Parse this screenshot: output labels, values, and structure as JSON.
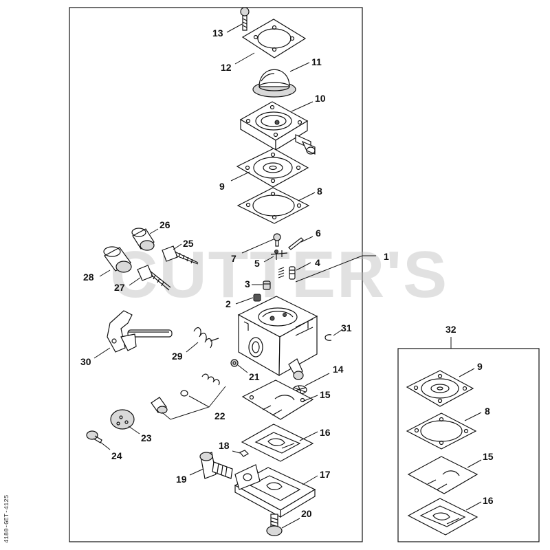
{
  "watermark": "CUTTER'S",
  "side_code": "4180-GET-4125",
  "kit": {
    "label": "32"
  },
  "callouts": {
    "c1": "1",
    "c2": "2",
    "c3": "3",
    "c4": "4",
    "c5": "5",
    "c6": "6",
    "c7": "7",
    "c8": "8",
    "c9": "9",
    "c10": "10",
    "c11": "11",
    "c12": "12",
    "c13": "13",
    "c14": "14",
    "c15": "15",
    "c16": "16",
    "c17": "17",
    "c18": "18",
    "c19": "19",
    "c20": "20",
    "c21": "21",
    "c22": "22",
    "c23": "23",
    "c24": "24",
    "c25": "25",
    "c26": "26",
    "c27": "27",
    "c28": "28",
    "c29": "29",
    "c30": "30",
    "c31": "31",
    "k9": "9",
    "k8": "8",
    "k15": "15",
    "k16": "16"
  }
}
